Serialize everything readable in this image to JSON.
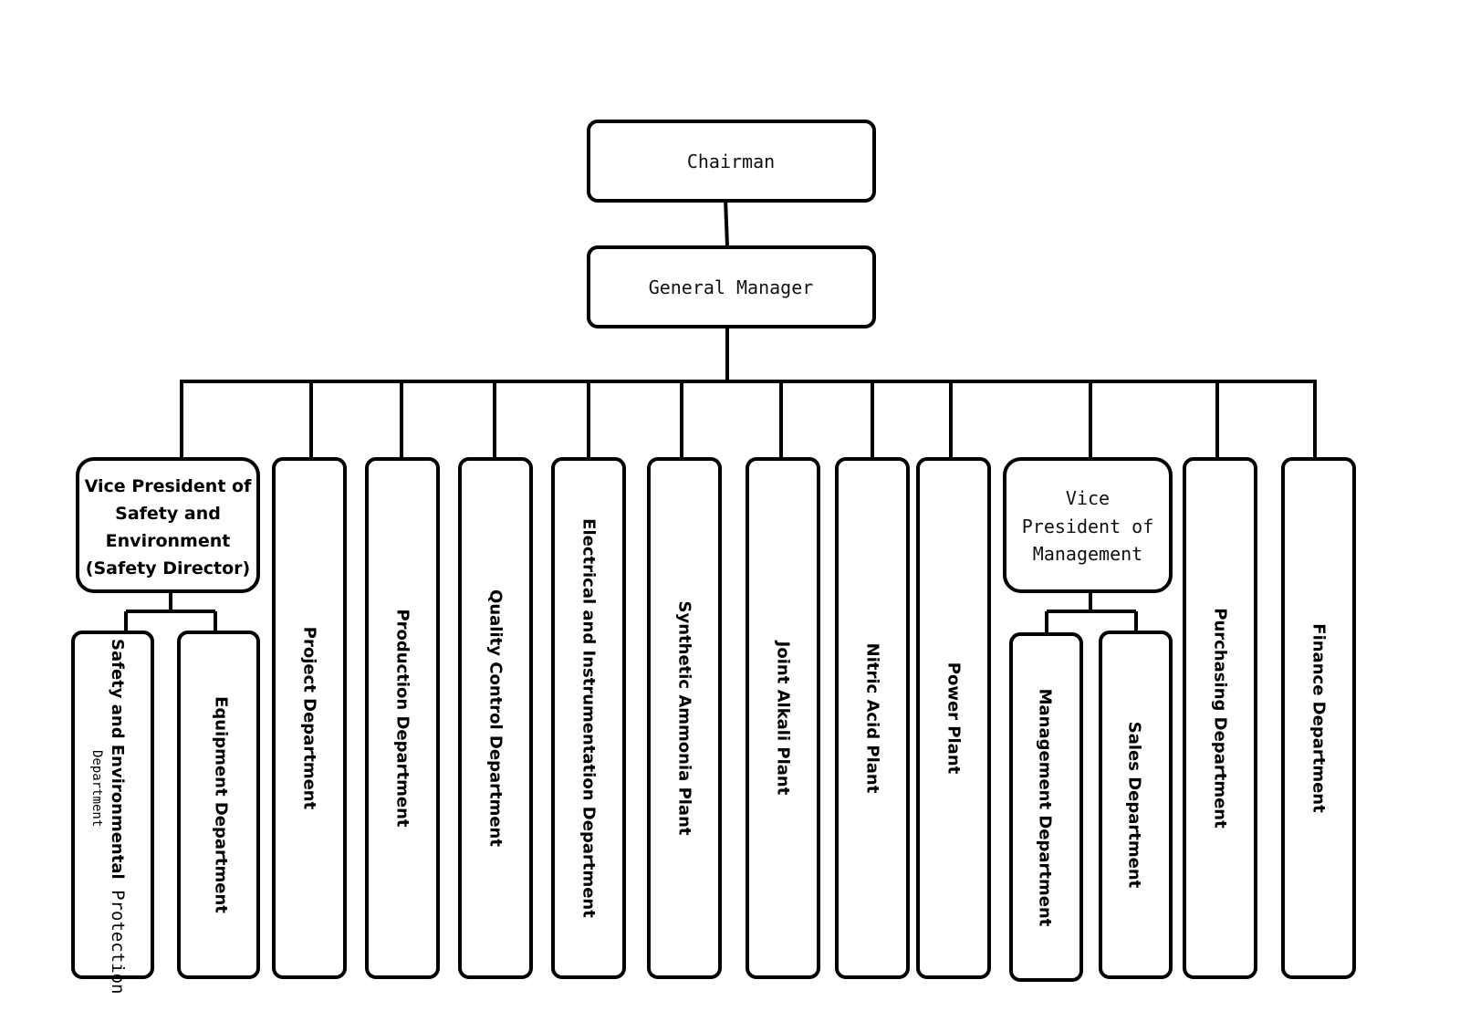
{
  "top": {
    "chairman": "Chairman",
    "general_manager": "General Manager"
  },
  "vp_safety": {
    "lines": [
      "Vice President of",
      "Safety and",
      "Environment",
      "(Safety Director)"
    ],
    "children": {
      "safety_dept": {
        "line1_bold": "Safety and Environmental",
        "line1_regular": " Protection",
        "line2": "Department"
      },
      "equipment_dept": "Equipment Department"
    }
  },
  "departments": [
    "Project Department",
    "Production Department",
    "Quality Control Department",
    "Electrical and Instrumentation Department",
    "Synthetic Ammonia Plant",
    "Joint Alkali Plant",
    "Nitric Acid Plant",
    "Power Plant"
  ],
  "vp_management": {
    "lines": [
      "Vice",
      "President of",
      "Management"
    ],
    "children": [
      "Management Department",
      "Sales Department"
    ]
  },
  "right_departments": [
    "Purchasing Department",
    "Finance Department"
  ]
}
